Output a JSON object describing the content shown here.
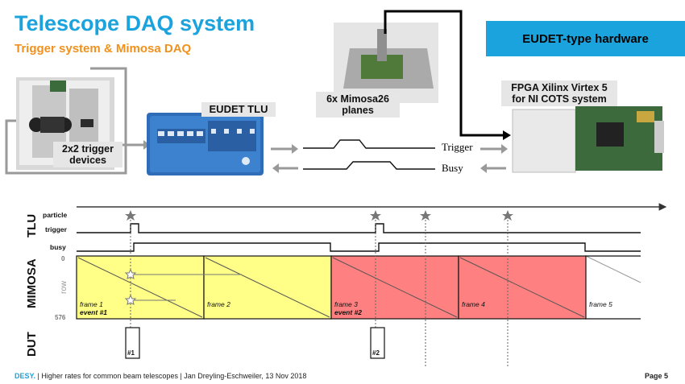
{
  "header": {
    "title": "Telescope DAQ system",
    "subtitle": "Trigger system & Mimosa DAQ",
    "hardware_banner": "EUDET-type hardware"
  },
  "hardware": {
    "trigger_devices_label_1": "2x2 trigger",
    "trigger_devices_label_2": "devices",
    "tlu_label": "EUDET TLU",
    "mimosa_label_1": "6x Mimosa26",
    "mimosa_label_2": "planes",
    "fpga_label_1": "FPGA Xilinx Virtex 5",
    "fpga_label_2": "for NI COTS system",
    "trigger_signal": "Trigger",
    "busy_signal": "Busy"
  },
  "timing": {
    "group_tlu": "TLU",
    "group_mimosa": "MIMOSA",
    "group_dut": "DUT",
    "row_particle": "particle",
    "row_trigger": "trigger",
    "row_busy": "busy",
    "axis_row": "row",
    "row_top": "0",
    "row_bottom": "576",
    "frames": [
      {
        "label": "frame 1",
        "event": "event #1",
        "color": "#ffff88"
      },
      {
        "label": "frame 2",
        "event": "",
        "color": "#ffff88"
      },
      {
        "label": "frame 3",
        "event": "event #2",
        "color": "#ff8080"
      },
      {
        "label": "frame 4",
        "event": "",
        "color": "#ff8080"
      },
      {
        "label": "frame 5",
        "event": "",
        "color": "#ffffff"
      }
    ],
    "dut_events": [
      "#1",
      "#2"
    ]
  },
  "footer": {
    "brand": "DESY.",
    "text": "| Higher rates for common beam telescopes | Jan Dreyling-Eschweiler, 13 Nov 2018",
    "page": "Page 5"
  }
}
